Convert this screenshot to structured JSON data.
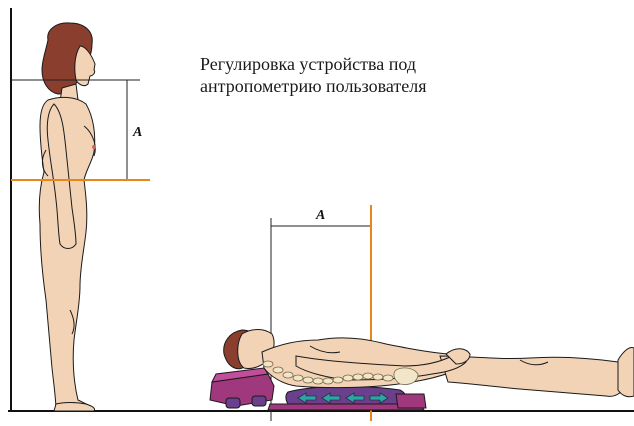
{
  "caption": {
    "line1": "Регулировка устройства под",
    "line2": "антропометрию пользователя"
  },
  "dimension_standing": "A",
  "dimension_lying": "A",
  "colors": {
    "skin": "#f2d3b6",
    "hair": "#8a3e2e",
    "marker_line": "#e8861a",
    "device_magenta": "#a0387e",
    "device_pad": "#6a3f8c",
    "arrow_teal": "#2aa6a6",
    "spine_bone": "#f1e6c8",
    "outline": "#1a1a1a"
  }
}
